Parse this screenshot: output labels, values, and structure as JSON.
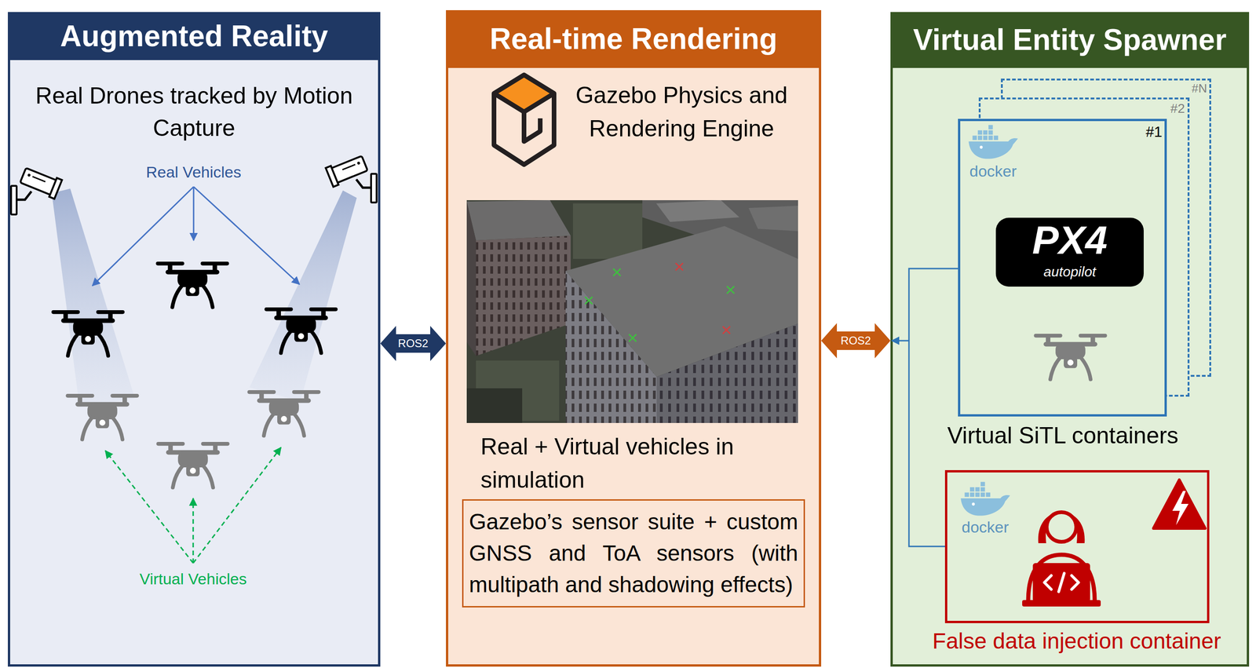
{
  "diagram": {
    "nodes": [
      {
        "text": [
          "Augmented Reality",
          "Real Drones tracked by Motion Capture"
        ]
      },
      {
        "text": [
          "Real-time Rendering",
          "Gazebo Physics and Rendering Engine",
          "Real + Virtual vehicles in simulation"
        ]
      },
      {
        "text": [
          "Gazebo’s sensor suite + custom GNSS and ToA sensors (with multipath and shadowing effects)"
        ],
        "in": 1
      },
      {
        "text": [
          "Virtual Entity Spawner"
        ]
      },
      {
        "text": [
          "#N"
        ],
        "in": 3
      },
      {
        "text": [
          "#2"
        ],
        "in": 3
      },
      {
        "text": [
          "#1",
          "Virtual SiTL containers"
        ],
        "in": 3
      },
      {
        "text": [
          "False data injection container"
        ],
        "in": 3
      }
    ],
    "edges": [
      {
        "from": 0,
        "to": 1,
        "label": "ROS2",
        "arrow": "both"
      },
      {
        "from": 1,
        "to": 3,
        "label": "ROS2",
        "arrow": "both"
      }
    ],
    "labels": [
      "Real Vehicles",
      "Virtual Vehicles",
      "docker",
      "PX4",
      "autopilot",
      "docker"
    ]
  }
}
